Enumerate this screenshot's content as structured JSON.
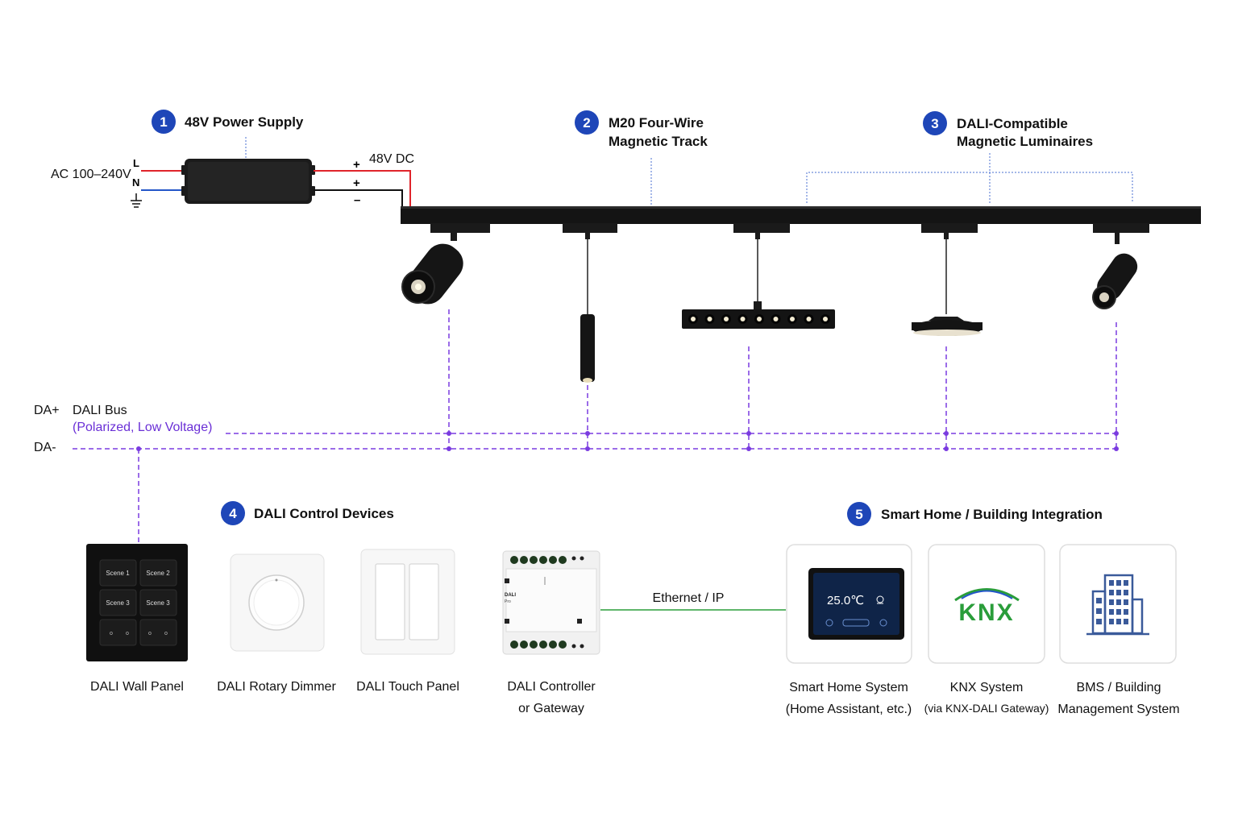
{
  "sections": [
    {
      "num": "1",
      "line1": "48V Power Supply",
      "line2": ""
    },
    {
      "num": "2",
      "line1": "M20 Four-Wire",
      "line2": "Magnetic Track"
    },
    {
      "num": "3",
      "line1": "DALI-Compatible",
      "line2": "Magnetic Luminaires"
    },
    {
      "num": "4",
      "line1": "DALI Control Devices",
      "line2": ""
    },
    {
      "num": "5",
      "line1": "Smart Home / Building Integration",
      "line2": ""
    }
  ],
  "power": {
    "ac_label": "AC 100–240V",
    "terminal_L": "L",
    "terminal_N": "N",
    "dc_label": "48V DC",
    "plus1": "+",
    "plus2": "+",
    "minus": "–",
    "colors": {
      "live": "#e0242b",
      "neutral": "#2456c9",
      "dc": "#111111"
    }
  },
  "bus": {
    "da_plus": "DA+",
    "da_minus": "DA-",
    "title": "DALI Bus",
    "subtitle": "(Polarized, Low Voltage)",
    "color": "#7a3be0"
  },
  "wall_panel": {
    "buttons": [
      "Scene 1",
      "Scene 2",
      "Scene 3",
      "Scene 3"
    ],
    "bottom_buttons": [
      "o",
      "o",
      "o",
      "o"
    ]
  },
  "devices": [
    {
      "line1": "DALI Wall Panel",
      "line2": ""
    },
    {
      "line1": "DALI Rotary Dimmer",
      "line2": ""
    },
    {
      "line1": "DALI Touch Panel",
      "line2": ""
    },
    {
      "line1": "DALI Controller",
      "line2": "or Gateway"
    }
  ],
  "controller": {
    "brand": "DALI",
    "model": "Pro"
  },
  "ethernet_label": "Ethernet / IP",
  "ethernet_color": "#2a9d3a",
  "integrations": [
    {
      "line1": "Smart Home System",
      "line2": "(Home Assistant, etc.)"
    },
    {
      "line1": "KNX System",
      "line2": "(via KNX-DALI Gateway)"
    },
    {
      "line1": "BMS / Building",
      "line2": "Management System"
    }
  ],
  "tablet": {
    "temperature": "25.0℃"
  },
  "knx_logo": "KNX",
  "icons": [
    "ground-icon",
    "thermometer-icon",
    "knx-logo-icon",
    "building-icon"
  ]
}
